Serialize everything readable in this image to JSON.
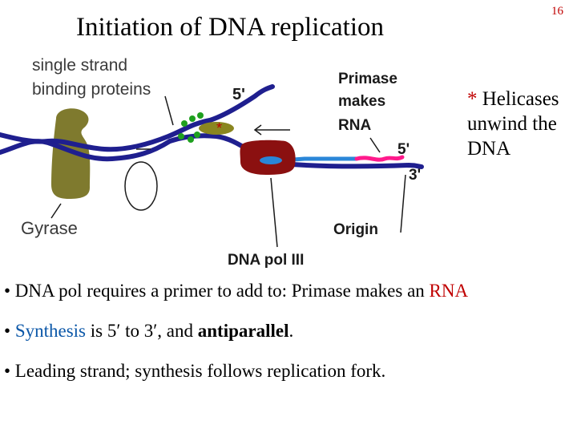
{
  "slide": {
    "title": "Initiation of DNA replication",
    "number": "16"
  },
  "figure": {
    "labels": {
      "ssb_line1": "single strand",
      "ssb_line2": "binding proteins",
      "five_prime_top": "5'",
      "star": "*",
      "primase_line1": "Primase",
      "primase_line2": "makes",
      "primase_line3": "RNA",
      "five_prime_right": "5'",
      "three_prime_right": "3'",
      "gyrase": "Gyrase",
      "origin": "Origin",
      "dna_pol": "DNA pol III"
    },
    "colors": {
      "dna_strand": "#1f1f8f",
      "gyrase": "#7f7a2e",
      "helicase": "#8a8620",
      "ssb": "#1fa01f",
      "dna_pol": "#8b1010",
      "new_strand": "#2a86d8",
      "rna_primer": "#ff1a8c",
      "label_text": "#3a3a3a"
    }
  },
  "side_note": {
    "star": "*",
    "text": " Helicases unwind the DNA"
  },
  "bullets": {
    "b1_text": "• DNA pol requires a primer to add to: Primase makes an ",
    "b1_highlight": "RNA",
    "b2_prefix": "• ",
    "b2_highlight": "Synthesis",
    "b2_mid": " is 5′ to 3′, and ",
    "b2_bold": "antiparallel",
    "b2_end": ".",
    "b3_text": "• Leading strand; synthesis follows replication fork."
  }
}
